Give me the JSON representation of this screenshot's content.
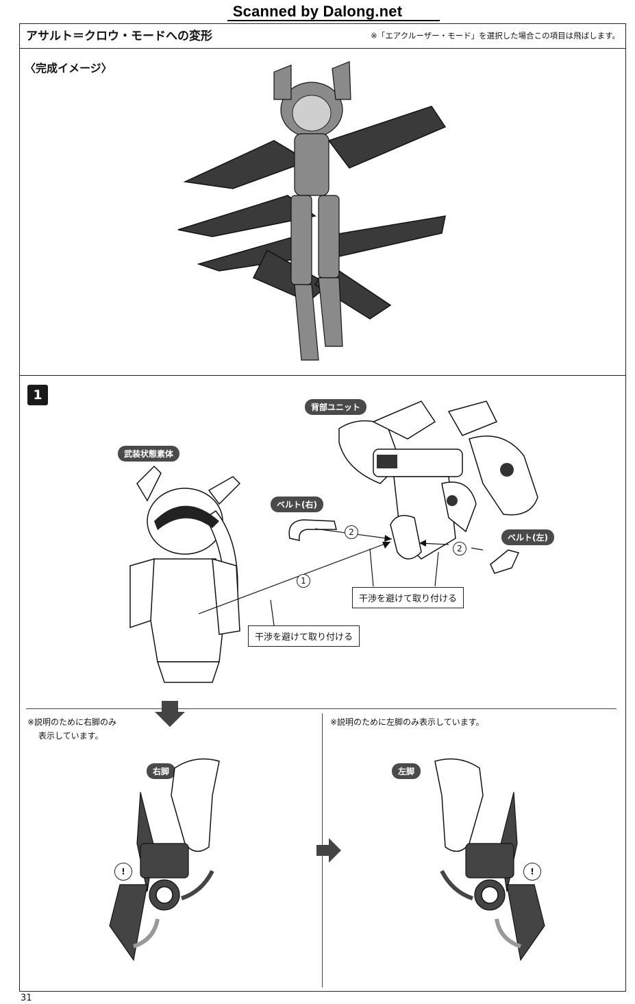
{
  "watermark": "Scanned by Dalong.net",
  "header": {
    "title": "アサルト＝クロウ・モードへの変形",
    "note": "※「エアクルーザー・モード」を選択した場合この項目は飛ばします。"
  },
  "subtitle": "〈完成イメージ〉",
  "step": {
    "number": "1",
    "labels": {
      "back_unit": "背部ユニット",
      "armed_body": "武装状態素体",
      "belt_right": "ベルト(右)",
      "belt_left": "ベルト(左)",
      "avoid_1": "干渉を避けて取り付ける",
      "avoid_2": "干渉を避けて取り付ける",
      "num1": "1",
      "num2a": "2",
      "num2b": "2"
    }
  },
  "bottom": {
    "note_left_line1": "※説明のために右脚のみ",
    "note_left_line2": "表示しています。",
    "note_right": "※説明のために左脚のみ表示しています。",
    "right_leg": "右脚",
    "left_leg": "左脚",
    "warn_left": "!",
    "warn_right": "!"
  },
  "page_number": "31"
}
